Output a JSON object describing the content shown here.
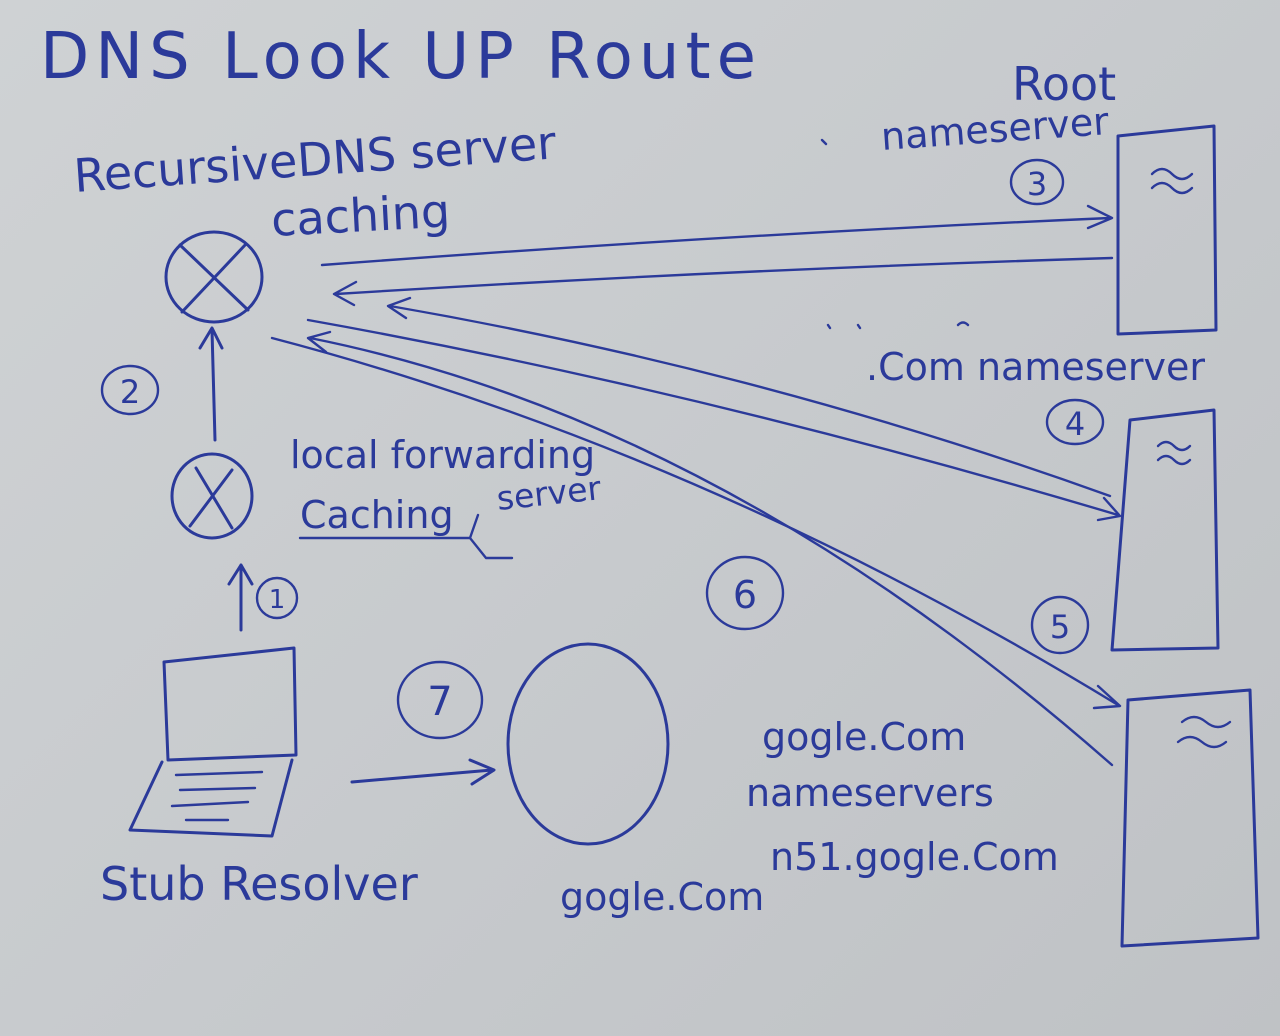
{
  "title": "DNS Look UP Route",
  "nodes": {
    "recursive": {
      "label_line1": "RecursiveDNS server",
      "label_line2": "caching"
    },
    "local_forwarding": {
      "label_line1": "local forwarding",
      "label_line2": "Caching",
      "label_line3": "server"
    },
    "stub": {
      "label": "Stub Resolver"
    },
    "root": {
      "label_line1": "Root",
      "label_line2": "nameserver"
    },
    "com": {
      "label": ".Com nameserver"
    },
    "google_ns": {
      "label_line1": "gogle.Com",
      "label_line2": "nameservers",
      "label_line3": "n51.gogle.Com"
    },
    "google": {
      "label": "gogle.Com"
    }
  },
  "steps": [
    "1",
    "2",
    "3",
    "4",
    "5",
    "6",
    "7"
  ],
  "colors": {
    "ink": "#2b3a9a",
    "paper": "#cbced1"
  }
}
